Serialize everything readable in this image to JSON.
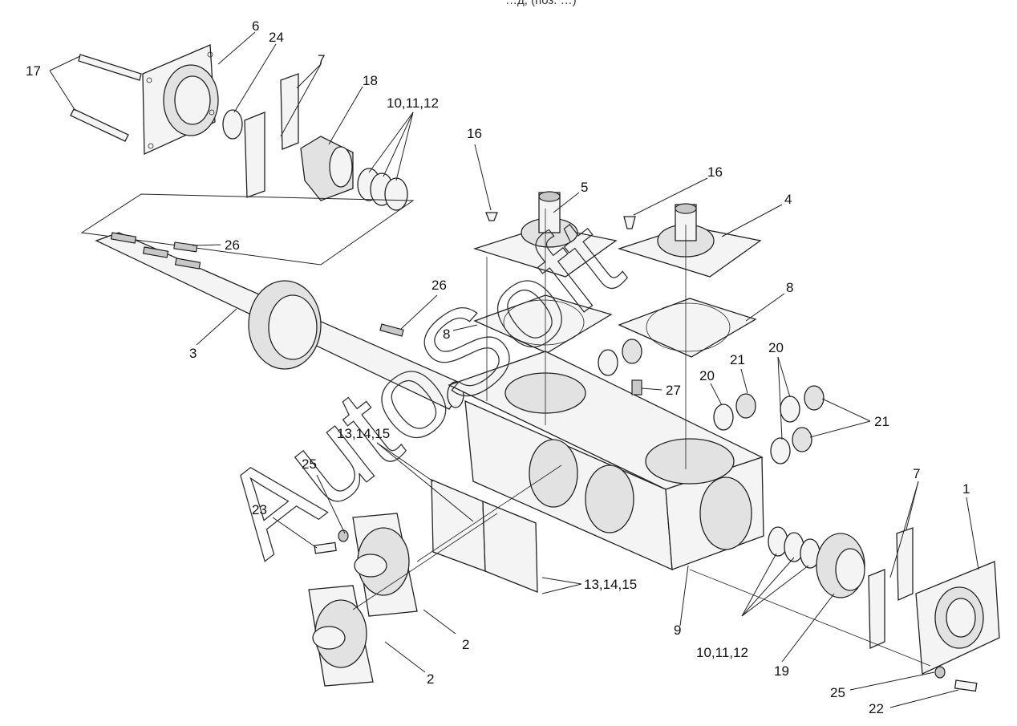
{
  "header_text": "…д, (поз. …)",
  "watermark": "AutoSoft",
  "callouts": {
    "c1": "1",
    "c2a": "2",
    "c2b": "2",
    "c3": "3",
    "c4": "4",
    "c5": "5",
    "c6": "6",
    "c7a": "7",
    "c7b": "7",
    "c8a": "8",
    "c8b": "8",
    "c9": "9",
    "c10a": "10,11,12",
    "c10b": "10,11,12",
    "c13a": "13,14,15",
    "c13b": "13,14,15",
    "c16a": "16",
    "c16b": "16",
    "c17": "17",
    "c18": "18",
    "c19": "19",
    "c20a": "20",
    "c20b": "20",
    "c21a": "21",
    "c21b": "21",
    "c22": "22",
    "c23": "23",
    "c24": "24",
    "c25a": "25",
    "c25b": "25",
    "c26a": "26",
    "c26b": "26",
    "c27": "27"
  }
}
